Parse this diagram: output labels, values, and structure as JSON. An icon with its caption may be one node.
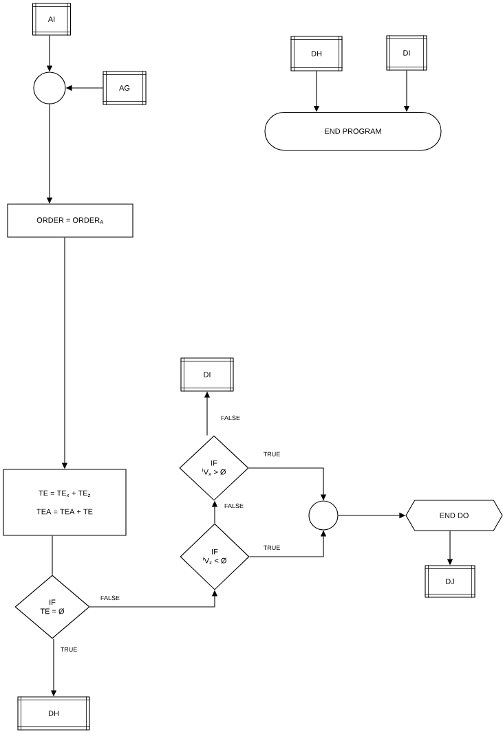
{
  "diagram": {
    "nodes": [
      {
        "text": [
          "AI"
        ]
      },
      {
        "text": [],
        "shape": "circle"
      },
      {
        "text": [
          "AG"
        ]
      },
      {
        "text": [
          "DH"
        ]
      },
      {
        "text": [
          "DI"
        ]
      },
      {
        "text": [
          "END PROGRAM"
        ]
      },
      {
        "text": [
          "ORDER = ORDER$_{A}$"
        ]
      },
      {
        "text": [
          "TE = TE$_{x}$ + TE$_{z}$",
          "TEA = TEA + TE"
        ]
      },
      {
        "text": [
          "IF",
          "TE = Ø"
        ]
      },
      {
        "text": [
          "DH"
        ]
      },
      {
        "text": [
          "DI"
        ]
      },
      {
        "text": [
          "IF",
          "$^{i}$V$_{x}$ > Ø"
        ]
      },
      {
        "text": [
          "IF",
          "$^{i}$V$_{z}$ < Ø"
        ]
      },
      {
        "text": [],
        "shape": "circle"
      },
      {
        "text": [
          "END DO"
        ]
      },
      {
        "text": [
          "DJ"
        ]
      }
    ],
    "edges": [
      {
        "from": 0,
        "to": 1,
        "arrow": "to"
      },
      {
        "from": 2,
        "to": 1,
        "arrow": "to"
      },
      {
        "from": 1,
        "to": 6,
        "arrow": "to"
      },
      {
        "from": 3,
        "to": 5,
        "arrow": "to"
      },
      {
        "from": 4,
        "to": 5,
        "arrow": "to"
      },
      {
        "from": 6,
        "to": 7,
        "arrow": "to"
      },
      {
        "from": 7,
        "to": 8,
        "arrow": "none"
      },
      {
        "from": 8,
        "to": 9,
        "label": "TRUE",
        "arrow": "to"
      },
      {
        "from": 8,
        "to": 12,
        "label": "FALSE",
        "arrow": "to"
      },
      {
        "from": 12,
        "to": 11,
        "label": "FALSE",
        "arrow": "to"
      },
      {
        "from": 11,
        "to": 10,
        "label": "FALSE",
        "arrow": "to"
      },
      {
        "from": 11,
        "to": 13,
        "label": "TRUE",
        "arrow": "to"
      },
      {
        "from": 12,
        "to": 13,
        "label": "TRUE",
        "arrow": "to"
      },
      {
        "from": 13,
        "to": 14,
        "arrow": "to"
      },
      {
        "from": 14,
        "to": 15,
        "arrow": "to"
      }
    ]
  }
}
